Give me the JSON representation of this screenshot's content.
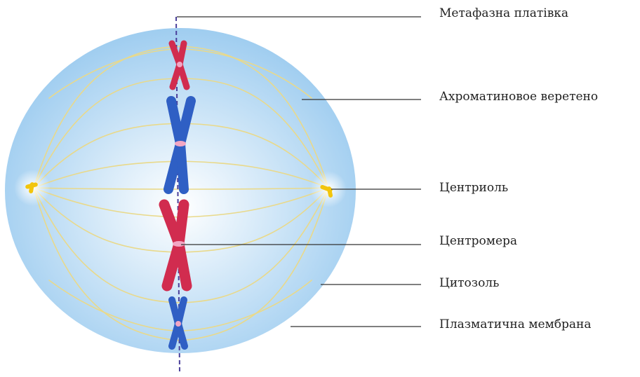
{
  "labels": [
    "Метафазна платівка",
    "Ахроматиновое веретено",
    "Центриоль",
    "Центромера",
    "Цитозоль",
    "Плазматична мембрана"
  ],
  "colors": {
    "cell_fill_center": "#ffffff",
    "cell_fill_edge": "#9fcdf0",
    "spindle": "#e9d98a",
    "chromosome_red": "#d12c4f",
    "chromosome_blue": "#2f5fc4",
    "centromere": "#f2a6c4",
    "centriole": "#f2c50c",
    "metaphase_line": "#4a3f9a",
    "leader_line": "#333333"
  },
  "icons": [
    "chromosome",
    "centriole"
  ]
}
